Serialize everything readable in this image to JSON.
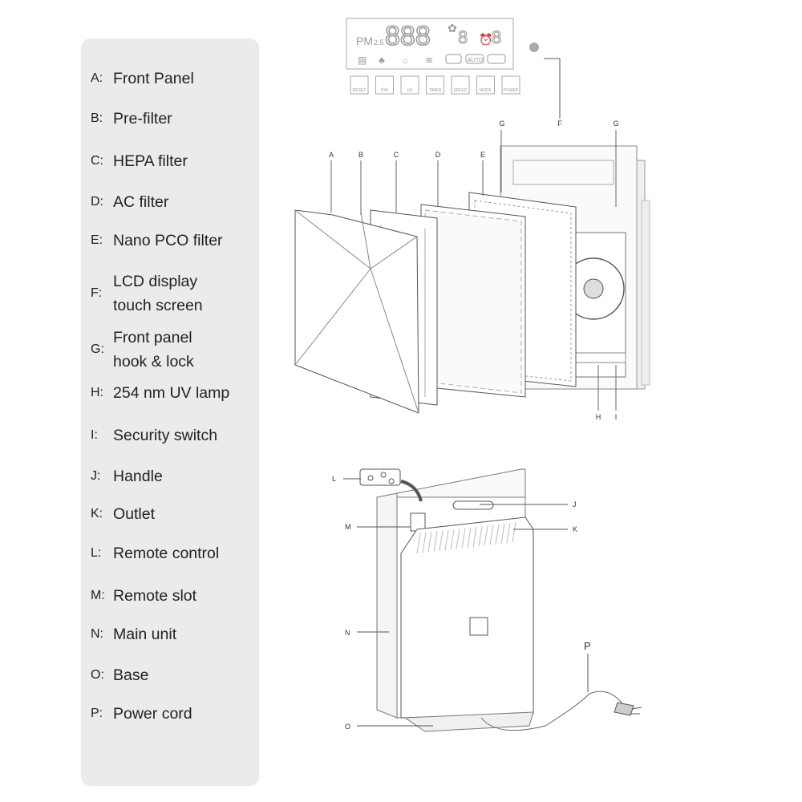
{
  "legend": [
    {
      "key": "A:",
      "label": "Front Panel"
    },
    {
      "key": "B:",
      "label": "Pre-filter"
    },
    {
      "key": "C:",
      "label": "HEPA filter"
    },
    {
      "key": "D:",
      "label": "AC filter"
    },
    {
      "key": "E:",
      "label": "Nano PCO filter"
    },
    {
      "key": "F:",
      "label": "LCD display\ntouch screen"
    },
    {
      "key": "G:",
      "label": "Front panel\nhook & lock"
    },
    {
      "key": "H:",
      "label": "254 nm UV lamp"
    },
    {
      "key": "I:",
      "label": "Security switch"
    },
    {
      "key": "J:",
      "label": "Handle"
    },
    {
      "key": "K:",
      "label": "Outlet"
    },
    {
      "key": "L:",
      "label": "Remote control"
    },
    {
      "key": "M:",
      "label": "Remote slot"
    },
    {
      "key": "N:",
      "label": "Main unit"
    },
    {
      "key": "O:",
      "label": "Base"
    },
    {
      "key": "P:",
      "label": "Power cord"
    }
  ],
  "lcd": {
    "pm_label": "PM",
    "pm_sub": "2.5",
    "digits": "888",
    "fan_digit": "8",
    "timer_digit": "8",
    "auto_label": "AUTO",
    "buttons": [
      "RESET",
      "ION",
      "UV",
      "TIMER",
      "SPEED",
      "MODE",
      "POWER"
    ]
  },
  "callouts": {
    "A": "A",
    "B": "B",
    "C": "C",
    "D": "D",
    "E": "E",
    "F": "F",
    "G": "G",
    "H": "H",
    "I": "I",
    "J": "J",
    "K": "K",
    "L": "L",
    "M": "M",
    "N": "N",
    "O": "O",
    "P": "P"
  }
}
